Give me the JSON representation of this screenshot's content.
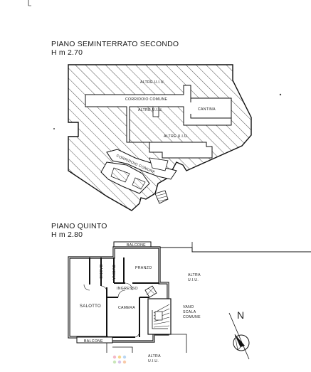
{
  "plans": {
    "basement": {
      "title": "PIANO SEMINTERRATO SECONDO",
      "height": "H m 2.70",
      "labels": {
        "altre_uiu_top": "ALTRE U.I.U.",
        "corridoio_top": "CORRIDOIO COMUNE",
        "altre_uiu_mid": "ALTRE U.I.U.",
        "cantina": "CANTINA",
        "altre_uiu_right": "ALTRE U.I.U.",
        "corridoio_diag": "CORRIDOIO COMUNE"
      }
    },
    "fifth": {
      "title": "PIANO QUINTO",
      "height": "H m 2.80",
      "labels": {
        "balcone_top": "BALCONE",
        "bagno": "BAGNO",
        "cucina": "CUCINA",
        "pranzo": "PRANZO",
        "altra_uiu_right_1": "ALTRA",
        "altra_uiu_right_2": "U.I.U.",
        "ingresso": "INGRESSO",
        "salotto": "SALOTTO",
        "camera": "CAMERA",
        "vano_1": "VANO",
        "vano_2": "SCALA",
        "vano_3": "COMUNE",
        "balcone_bottom": "BALCONE",
        "altra_uiu_bottom_1": "ALTRA",
        "altra_uiu_bottom_2": "U.I.U."
      }
    }
  },
  "compass": {
    "north_label": "N"
  }
}
